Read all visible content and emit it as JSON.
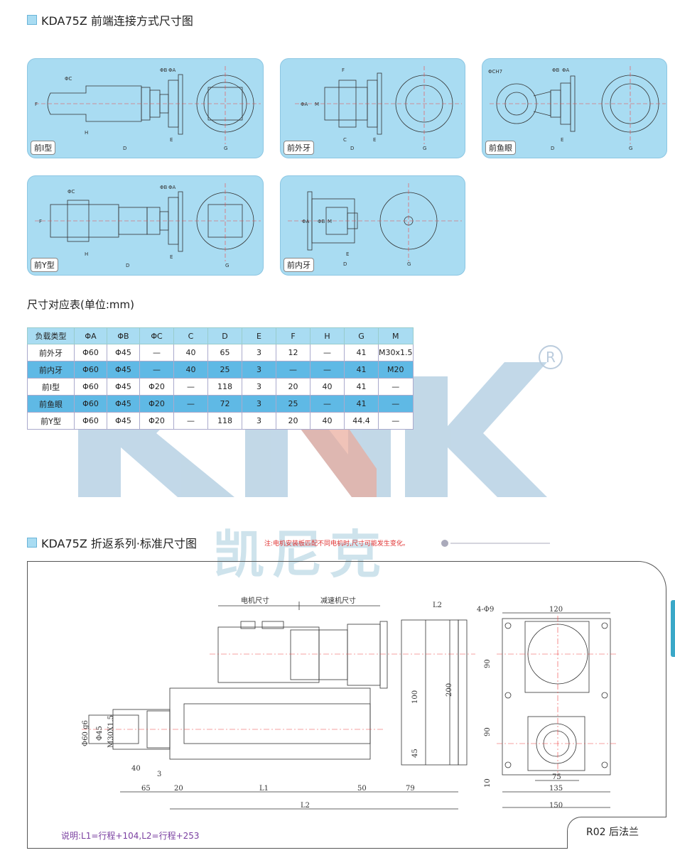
{
  "sections": {
    "front_title": "KDA75Z 前端连接方式尺寸图",
    "table_title": "尺寸对应表(单位:mm)",
    "fold_title": "KDA75Z 折返系列·标准尺寸图"
  },
  "panels": [
    {
      "label": "前I型"
    },
    {
      "label": "前外牙"
    },
    {
      "label": "前鱼眼"
    },
    {
      "label": "前Y型"
    },
    {
      "label": "前内牙"
    }
  ],
  "table": {
    "headers": [
      "负载类型",
      "ΦA",
      "ΦB",
      "ΦC",
      "C",
      "D",
      "E",
      "F",
      "H",
      "G",
      "M"
    ],
    "rows": [
      [
        "前外牙",
        "Φ60",
        "Φ45",
        "—",
        "40",
        "65",
        "3",
        "12",
        "—",
        "41",
        "M30x1.5"
      ],
      [
        "前内牙",
        "Φ60",
        "Φ45",
        "—",
        "40",
        "25",
        "3",
        "—",
        "—",
        "41",
        "M20"
      ],
      [
        "前I型",
        "Φ60",
        "Φ45",
        "Φ20",
        "—",
        "118",
        "3",
        "20",
        "40",
        "41",
        "—"
      ],
      [
        "前鱼眼",
        "Φ60",
        "Φ45",
        "Φ20",
        "—",
        "72",
        "3",
        "25",
        "—",
        "41",
        "—"
      ],
      [
        "前Y型",
        "Φ60",
        "Φ45",
        "Φ20",
        "—",
        "118",
        "3",
        "20",
        "40",
        "44.4",
        "—"
      ]
    ]
  },
  "watermark": {
    "brand_cn": "凯尼克",
    "reg": "R"
  },
  "note": "注:电机安装板匹配不同电机时,尺寸可能发生变化。",
  "drawing": {
    "motor_label": "电机尺寸",
    "reducer_label": "减速机尺寸",
    "dims": {
      "l2_top": "L2",
      "d200": "200",
      "d100": "100",
      "d45": "45",
      "phi60": "Φ60 g6",
      "phi45": "Φ45",
      "m30": "M30X1.5",
      "d40": "40",
      "d3": "3",
      "d65": "65",
      "d20": "20",
      "l1": "L1",
      "d50": "50",
      "d79": "79",
      "l2": "L2",
      "holes": "4-Φ9",
      "d120": "120",
      "d90a": "90",
      "d90b": "90",
      "d10": "10",
      "d75": "75",
      "d135": "135",
      "d150": "150"
    }
  },
  "explain": "说明:L1=行程+104,L2=行程+253",
  "badge": "R02 后法兰"
}
